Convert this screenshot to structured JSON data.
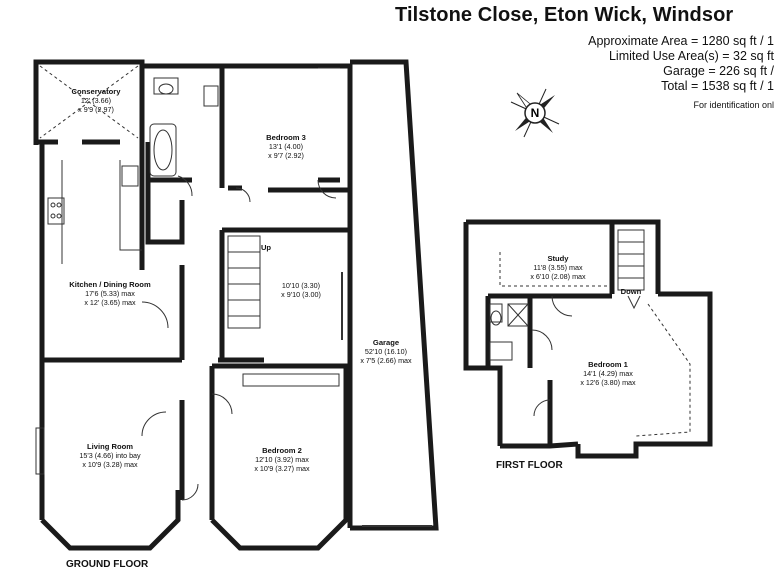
{
  "header": {
    "title": "Tilstone Close, Eton Wick, Windsor",
    "areas": [
      "Approximate Area = 1280 sq ft / 1",
      "Limited Use Area(s) = 32 sq ft",
      "Garage = 226 sq ft /",
      "Total = 1538 sq ft / 1"
    ],
    "note": "For identification onl"
  },
  "compass": {
    "label": "N"
  },
  "rooms": {
    "conservatory": {
      "name": "Conservatory",
      "dim1": "12' (3.66)",
      "dim2": "x 9'9 (2.97)"
    },
    "bedroom3": {
      "name": "Bedroom 3",
      "dim1": "13'1 (4.00)",
      "dim2": "x 9'7 (2.92)"
    },
    "kitchen": {
      "name": "Kitchen / Dining Room",
      "dim1": "17'6 (5.33) max",
      "dim2": "x 12' (3.65) max"
    },
    "middle": {
      "dim1": "10'10 (3.30)",
      "dim2": "x 9'10 (3.00)",
      "up": "Up"
    },
    "garage": {
      "name": "Garage",
      "dim1": "52'10 (16.10)",
      "dim2": "x 7'5 (2.66) max"
    },
    "living": {
      "name": "Living Room",
      "dim1": "15'3 (4.66) into bay",
      "dim2": "x 10'9 (3.28) max"
    },
    "bedroom2": {
      "name": "Bedroom 2",
      "dim1": "12'10 (3.92) max",
      "dim2": "x 10'9 (3.27) max"
    },
    "study": {
      "name": "Study",
      "dim1": "11'8 (3.55) max",
      "dim2": "x 6'10 (2.08) max"
    },
    "bedroom1": {
      "name": "Bedroom 1",
      "dim1": "14'1 (4.29) max",
      "dim2": "x 12'6 (3.80) max"
    },
    "down": "Down"
  },
  "floors": {
    "ground": "GROUND FLOOR",
    "first": "FIRST FLOOR"
  },
  "colors": {
    "wall": "#1a1a1a",
    "line": "#333333",
    "background": "#ffffff"
  }
}
